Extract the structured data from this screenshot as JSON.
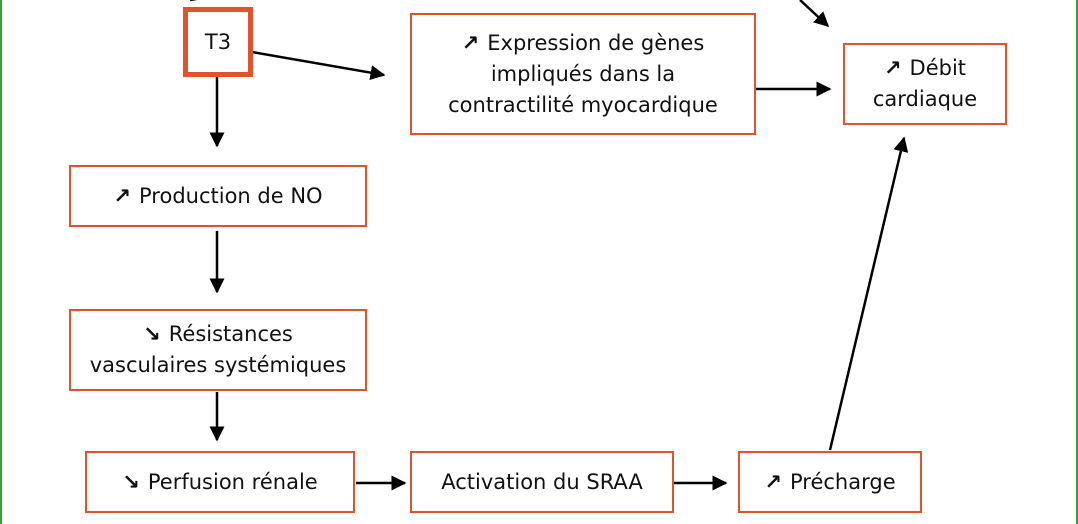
{
  "colors": {
    "border": "#e0542b",
    "frame": "#3aa23a",
    "arrow": "#000000"
  },
  "nodes": {
    "t3": {
      "label": "T3"
    },
    "expression": {
      "icon": "arrow-up-right-icon",
      "glyph": "↗",
      "line1": "Expression de gènes",
      "line2": "impliqués dans la",
      "line3": "contractilité myocardique"
    },
    "debit": {
      "icon": "arrow-up-right-icon",
      "glyph": "↗",
      "line1": "Débit",
      "line2": "cardiaque"
    },
    "no": {
      "icon": "arrow-up-right-icon",
      "glyph": "↗",
      "label": "Production de NO"
    },
    "resistances": {
      "icon": "arrow-down-right-icon",
      "glyph": "↘",
      "line1": "Résistances",
      "line2": "vasculaires systémiques"
    },
    "perfusion": {
      "icon": "arrow-down-right-icon",
      "glyph": "↘",
      "label": "Perfusion rénale"
    },
    "sraa": {
      "label": "Activation du SRAA"
    },
    "precharge": {
      "icon": "arrow-up-right-icon",
      "glyph": "↗",
      "label": "Précharge"
    }
  }
}
